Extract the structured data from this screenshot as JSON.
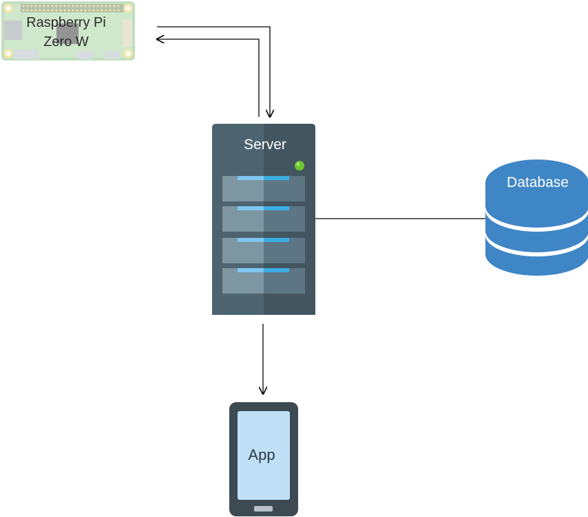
{
  "nodes": {
    "raspberry_pi": {
      "label_line1": "Raspberry Pi",
      "label_line2": "Zero W",
      "icon": "raspberry-pi-board-icon"
    },
    "server": {
      "label": "Server",
      "icon": "server-rack-icon"
    },
    "database": {
      "label": "Database",
      "icon": "database-cylinder-icon"
    },
    "app": {
      "label": "App",
      "icon": "smartphone-icon"
    }
  },
  "connections": [
    {
      "from": "raspberry_pi",
      "to": "server",
      "arrow": "to-server"
    },
    {
      "from": "server",
      "to": "raspberry_pi",
      "arrow": "to-raspberry-pi"
    },
    {
      "from": "server",
      "to": "database",
      "arrow": "none"
    },
    {
      "from": "server",
      "to": "app",
      "arrow": "to-app"
    }
  ],
  "colors": {
    "server_body": "#4d6470",
    "server_body_dark": "#43555f",
    "server_slot": "#7e95a2",
    "server_led": "#6cc72f",
    "server_slot_accent": "#3aaee4",
    "database_fill": "#3f86c6",
    "phone_body": "#3d4a52",
    "phone_screen": "#bfe0f7",
    "pi_board": "#b7d9b3",
    "line": "#000000"
  }
}
